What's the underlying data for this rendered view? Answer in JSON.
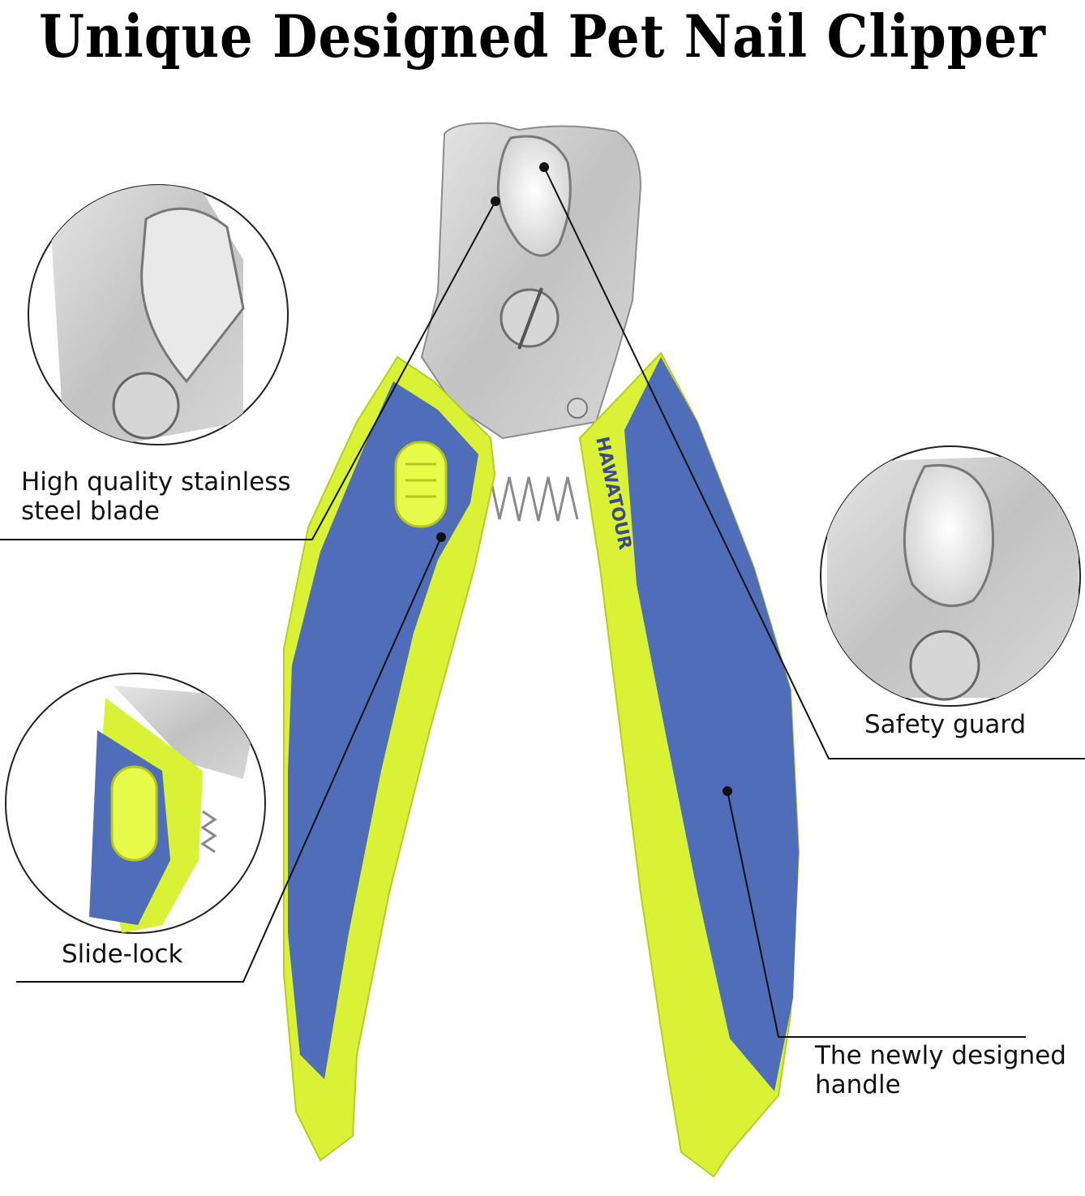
{
  "title": "Unique Designed Pet Nail Clipper",
  "brand_text": "HAWATOUR",
  "callouts": {
    "blade": {
      "line1": "High quality stainless",
      "line2": "steel blade"
    },
    "slide_lock": {
      "line1": "Slide-lock"
    },
    "safety_guard": {
      "line1": "Safety guard"
    },
    "handle": {
      "line1": "The newly designed",
      "line2": "handle"
    }
  },
  "colors": {
    "handle_blue": "#4f6db8",
    "handle_yellow": "#d9f235",
    "steel": "#c9c9c9",
    "line": "#111111"
  }
}
